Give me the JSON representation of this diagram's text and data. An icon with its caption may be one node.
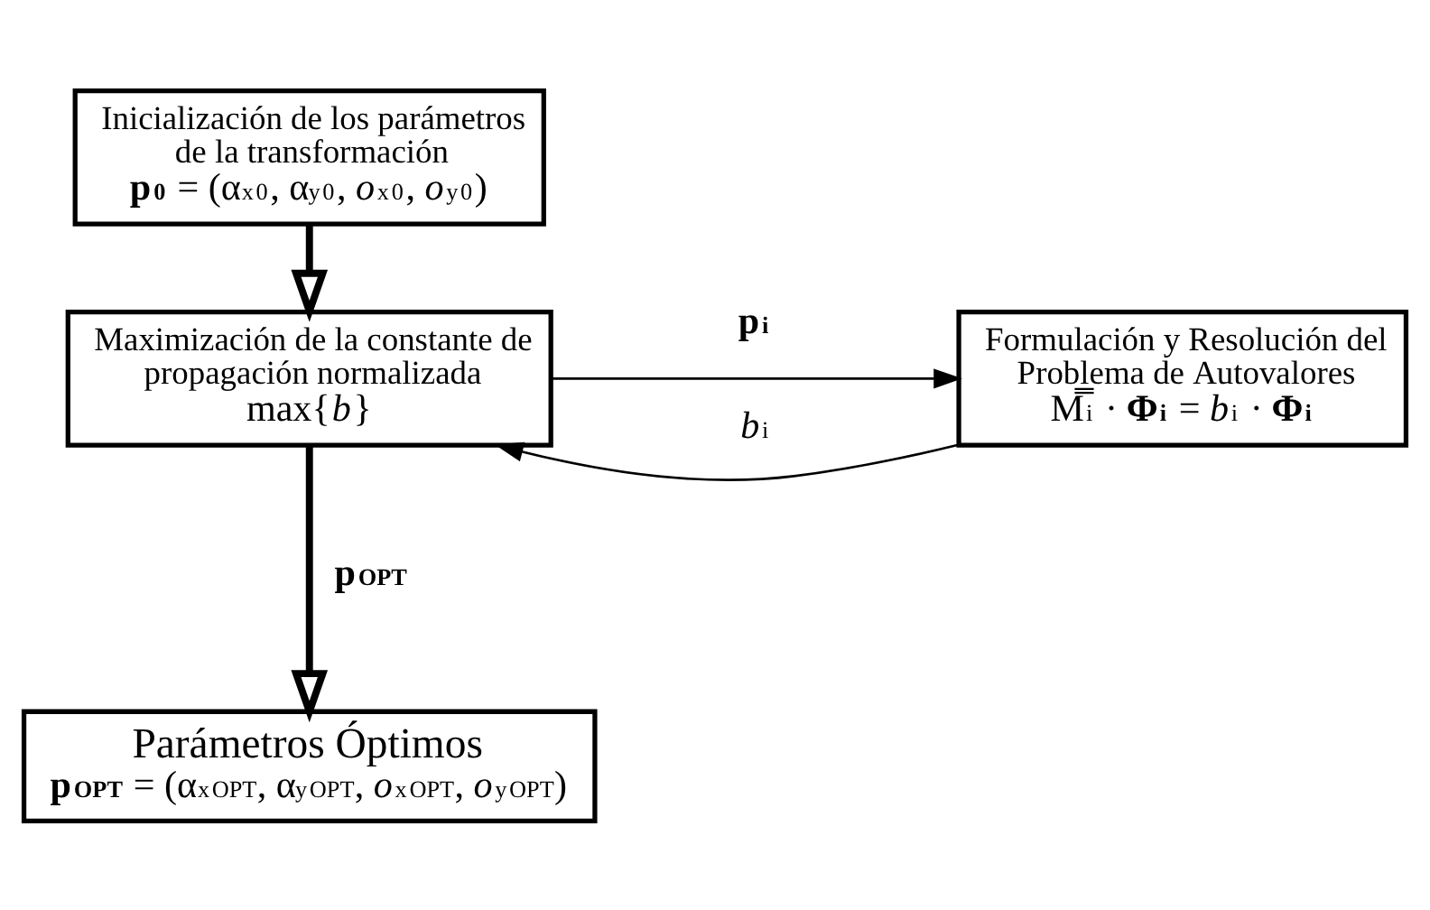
{
  "diagram": {
    "nodes": [
      {
        "text": [
          "Inicialización de los parámetros de la transformación",
          "**p$^{0}$** = (α$_{x}$$^{0}$, α$_{y}$$^{0}$, *o*$_{x}$$^{0}$, *o*$_{y}$$^{0}$)"
        ]
      },
      {
        "text": [
          "Maximización de la constante de propagación normalizada",
          "max{*b*}"
        ]
      },
      {
        "text": [
          "Formulación y Resolución del Problema de Autovalores",
          "M̿$^{i}$ · **Φ$^{i}$** = *b*$^{i}$ · **Φ$^{i}$**"
        ]
      },
      {
        "text": [
          "Parámetros Óptimos",
          "**p$^{OPT}$** = (α$_{x}$$^{OPT}$, α$_{y}$$^{OPT}$, *o*$_{x}$$^{OPT}$, *o*$_{y}$$^{OPT}$)"
        ]
      }
    ],
    "edges": [
      {
        "from": 0,
        "to": 1,
        "arrow": "to",
        "style": "thick"
      },
      {
        "from": 1,
        "to": 2,
        "arrow": "to",
        "label": "**p$^{i}$**"
      },
      {
        "from": 2,
        "to": 1,
        "arrow": "to",
        "label": "*b*$^{i}$"
      },
      {
        "from": 1,
        "to": 3,
        "arrow": "to",
        "style": "thick",
        "label": "**p$^{OPT}$**"
      }
    ]
  }
}
